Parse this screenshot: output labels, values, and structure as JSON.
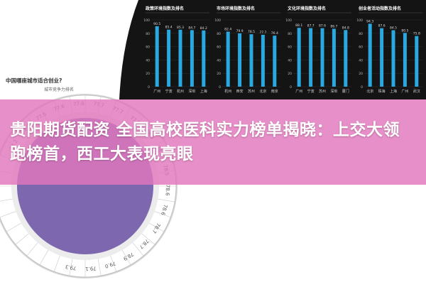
{
  "headline": "贵阳期货配资 全国高校医科实力榜单揭晓：上交大领跑榜首，西工大表现亮眼",
  "wheel": {
    "title": "中国哪座城市适合创业?",
    "subtitle": "城市竞争力排名",
    "labels": [
      "77.2",
      "77.4",
      "77.5",
      "77.6",
      "77.6",
      "77.7",
      "77.7",
      "77.8",
      "78.0",
      "78.4",
      "78.5",
      "78.6",
      "78.6",
      "78.7",
      "78.7",
      "78.9",
      "79.0",
      "79.1",
      "79.3"
    ]
  },
  "panels": [
    {
      "title": "政策环境指数及排名",
      "categories": [
        "广州",
        "宁波",
        "杭州",
        "深圳",
        "上海"
      ],
      "values": [
        90.5,
        85.4,
        85.3,
        84.7,
        84.2
      ],
      "ylim": [
        0,
        100
      ],
      "ticks": [
        "100",
        "80",
        "60",
        "40",
        "20",
        "0"
      ]
    },
    {
      "title": "市场环境指数及排名",
      "categories": [
        "杭州",
        "西安",
        "苏州",
        "北京",
        "南京"
      ],
      "values": [
        82.4,
        79.9,
        78.5,
        77.7,
        76.4
      ],
      "ylim": [
        0,
        100
      ],
      "ticks": [
        "100",
        "80",
        "60",
        "40",
        "20",
        "0"
      ]
    },
    {
      "title": "文化环境指数及排名",
      "categories": [
        "广州",
        "宁波",
        "苏州",
        "深圳",
        "厦门"
      ],
      "values": [
        88.1,
        87.7,
        87.6,
        86.7,
        84.8
      ],
      "ylim": [
        0,
        100
      ],
      "ticks": [
        "100",
        "80",
        "60",
        "40",
        "20",
        "0"
      ]
    },
    {
      "title": "创业者活动指数及排名",
      "categories": [
        "北京",
        "珠海",
        "上海",
        "广州",
        "武汉"
      ],
      "values": [
        94.3,
        87.6,
        84.5,
        80.5,
        75.8
      ],
      "ylim": [
        0,
        100
      ],
      "ticks": [
        "100",
        "80",
        "60",
        "40",
        "20",
        "0"
      ]
    }
  ],
  "colors": {
    "panel_bg": "#141414",
    "bar": "#29a9e0",
    "banner": "#e276bc",
    "wheel_purple": "#7d68b0",
    "wheel_outer": "#cfcfcf",
    "wheel_inner": "#f1f1f1"
  }
}
